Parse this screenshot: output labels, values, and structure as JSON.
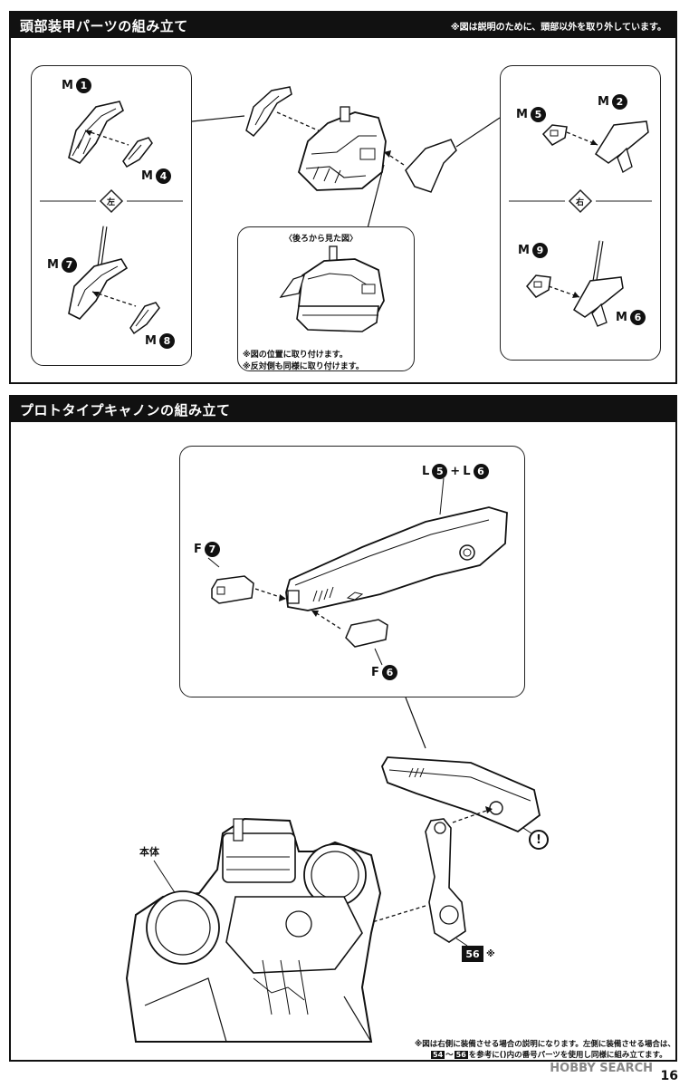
{
  "section1": {
    "title": "頭部装甲パーツの組み立て",
    "note": "※図は説明のために、頭部以外を取り外しています。",
    "left_box": {
      "part_a": {
        "letter": "M",
        "num": "1"
      },
      "part_b": {
        "letter": "M",
        "num": "4"
      },
      "part_c": {
        "letter": "M",
        "num": "7"
      },
      "part_d": {
        "letter": "M",
        "num": "8"
      },
      "divider_mark": "左"
    },
    "right_box": {
      "part_a": {
        "letter": "M",
        "num": "5"
      },
      "part_b": {
        "letter": "M",
        "num": "2"
      },
      "part_c": {
        "letter": "M",
        "num": "9"
      },
      "part_d": {
        "letter": "M",
        "num": "6"
      },
      "divider_mark": "右"
    },
    "center_box": {
      "caption": "〈後ろから見た図〉",
      "note1": "※図の位置に取り付けます。",
      "note2": "※反対側も同様に取り付けます。"
    }
  },
  "section2": {
    "title": "プロトタイプキャノンの組み立て",
    "box": {
      "part_main": {
        "letter1": "L",
        "num1": "5",
        "plus": "+",
        "letter2": "L",
        "num2": "6"
      },
      "part_f7": {
        "letter": "F",
        "num": "7"
      },
      "part_f6": {
        "letter": "F",
        "num": "6"
      }
    },
    "body_label": "本体",
    "part_56": "56",
    "part_56_mark": "※",
    "caution": "!",
    "footnote1": "※図は右側に装備させる場合の説明になります。左側に装備させる場合は、",
    "footnote2_badge_a": "54",
    "footnote2_tilde": "〜",
    "footnote2_badge_b": "56",
    "footnote2_text": "を参考に()内の番号パーツを使用し同様に組み立てます。"
  },
  "watermark": "HOBBY SEARCH",
  "page_number": "16"
}
